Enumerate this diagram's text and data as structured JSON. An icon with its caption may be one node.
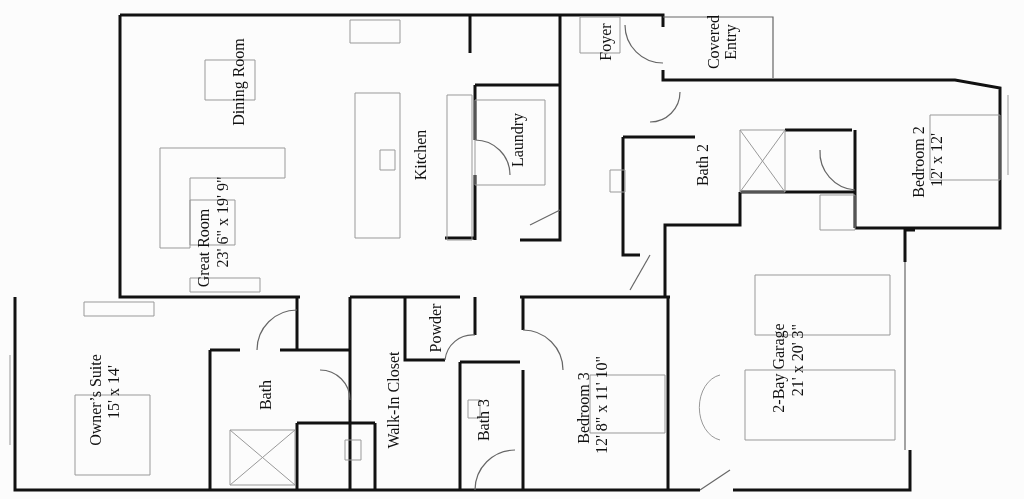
{
  "diagram": {
    "labels": [
      "Foyer",
      "Covered Entry",
      "Dining Room",
      "Laundry",
      "Kitchen",
      "Bedroom 2",
      "12' x 12'",
      "Bath 2",
      "Great Room",
      "23' 6\" x 19' 9\"",
      "Powder",
      "2-Bay Garage",
      "21' x 20' 3\"",
      "Owner’s Suite",
      "15' x 14'",
      "Bath",
      "Walk-In Closet",
      "Bedroom 3",
      "12' 8\" x 11' 10\"",
      "Bath 3"
    ]
  }
}
